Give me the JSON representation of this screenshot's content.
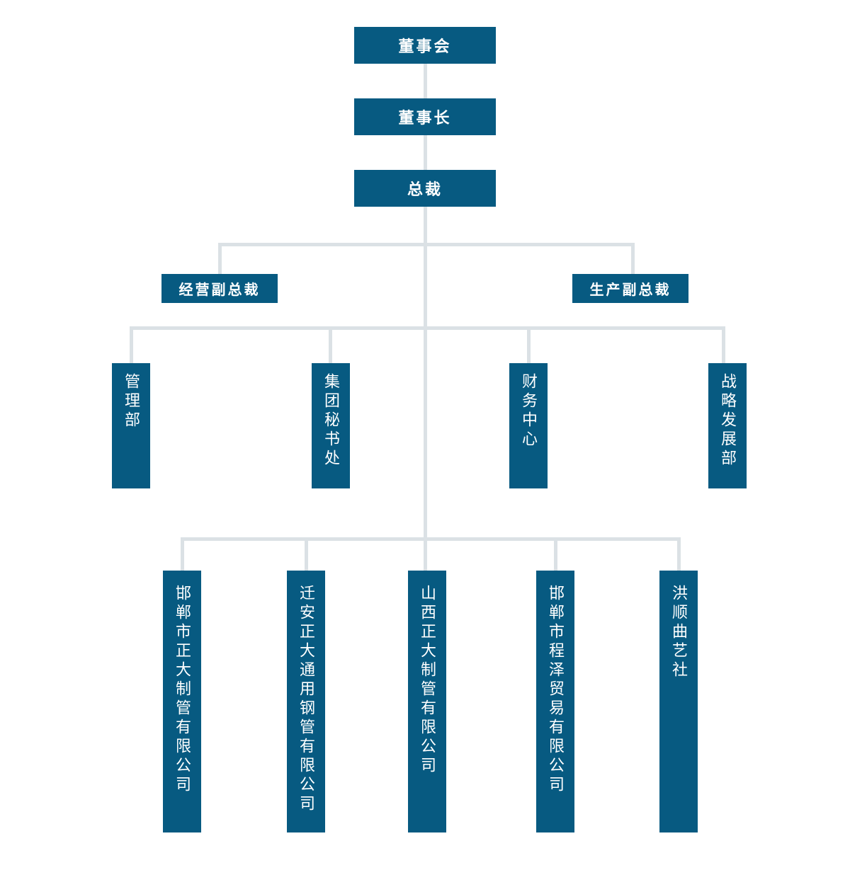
{
  "colors": {
    "box": "#075a81",
    "connector": "#dbe1e5",
    "box_text": "#ffffff",
    "background": "#ffffff"
  },
  "nodes": {
    "board": {
      "label": "董事会"
    },
    "chairman": {
      "label": "董事长"
    },
    "president": {
      "label": "总裁"
    },
    "vps": [
      {
        "label": "经营副总裁"
      },
      {
        "label": "生产副总裁"
      }
    ],
    "departments": [
      {
        "label": "管理部"
      },
      {
        "label": "集团秘书处"
      },
      {
        "label": "财务中心"
      },
      {
        "label": "战略发展部"
      }
    ],
    "subsidiaries": [
      {
        "label": "邯郸市正大制管有限公司"
      },
      {
        "label": "迁安正大通用钢管有限公司"
      },
      {
        "label": "山西正大制管有限公司"
      },
      {
        "label": "邯郸市程泽贸易有限公司"
      },
      {
        "label": "洪顺曲艺社"
      }
    ]
  }
}
